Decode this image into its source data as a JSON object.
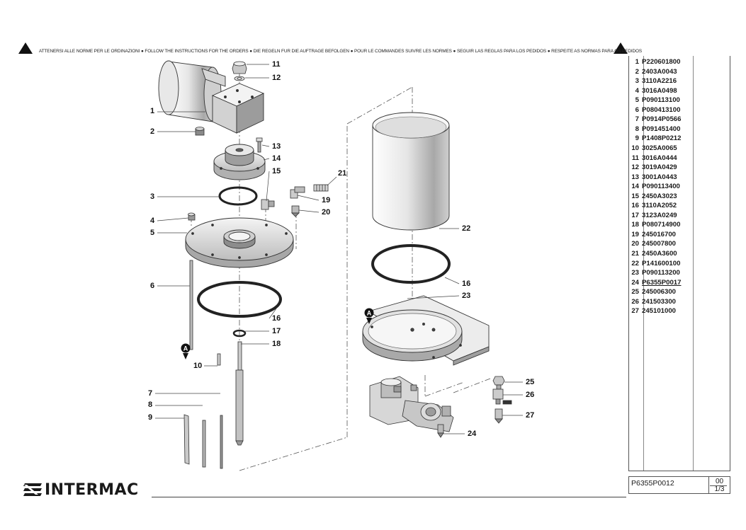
{
  "header": {
    "warning_text": "ATTENERSI ALLE NORME PER LE ORDINAZIONI ● FOLLOW THE INSTRUCTIONS FOR THE ORDERS ● DIE REGELN FUR DIE AUFTRAGE BEFOLGEN ● POUR LE COMMANDES SUIVRE LES NORMES ● SEGUIR LAS REGLAS PARA LOS PEDIDOS ● RESPEITE AS NORMAS PARA OS PEDIDOS",
    "warning_icon": "warning-triangle-icon"
  },
  "parts": [
    {
      "num": "1",
      "code": "P220601800"
    },
    {
      "num": "2",
      "code": "2403A0043"
    },
    {
      "num": "3",
      "code": "3110A2216"
    },
    {
      "num": "4",
      "code": "3016A0498"
    },
    {
      "num": "5",
      "code": "P090113100"
    },
    {
      "num": "6",
      "code": "P080413100"
    },
    {
      "num": "7",
      "code": "P0914P0566"
    },
    {
      "num": "8",
      "code": "P091451400"
    },
    {
      "num": "9",
      "code": "P1408P0212"
    },
    {
      "num": "10",
      "code": "3025A0065"
    },
    {
      "num": "11",
      "code": "3016A0444"
    },
    {
      "num": "12",
      "code": "3019A0429"
    },
    {
      "num": "13",
      "code": "3001A0443"
    },
    {
      "num": "14",
      "code": "P090113400"
    },
    {
      "num": "15",
      "code": "2450A3023"
    },
    {
      "num": "16",
      "code": "3110A2052"
    },
    {
      "num": "17",
      "code": "3123A0249"
    },
    {
      "num": "18",
      "code": "P080714900"
    },
    {
      "num": "19",
      "code": "245016700"
    },
    {
      "num": "20",
      "code": "245007800"
    },
    {
      "num": "21",
      "code": "2450A3600"
    },
    {
      "num": "22",
      "code": "P141600100"
    },
    {
      "num": "23",
      "code": "P090113200"
    },
    {
      "num": "24",
      "code": "P6355P0017",
      "highlight": true
    },
    {
      "num": "25",
      "code": "245006300"
    },
    {
      "num": "26",
      "code": "241503300"
    },
    {
      "num": "27",
      "code": "245101000"
    }
  ],
  "title_block": {
    "doc_number": "P6355P0012",
    "revision": "00",
    "sheet": "1/3"
  },
  "logo": {
    "brand": "INTERMAC",
    "icon": "intermac-logo-icon"
  },
  "markers": {
    "reference": "A"
  },
  "callouts": [
    "1",
    "2",
    "3",
    "4",
    "5",
    "6",
    "7",
    "8",
    "9",
    "10",
    "11",
    "12",
    "13",
    "14",
    "15",
    "16",
    "17",
    "18",
    "19",
    "20",
    "21",
    "22",
    "16",
    "23",
    "24",
    "25",
    "26",
    "27"
  ]
}
